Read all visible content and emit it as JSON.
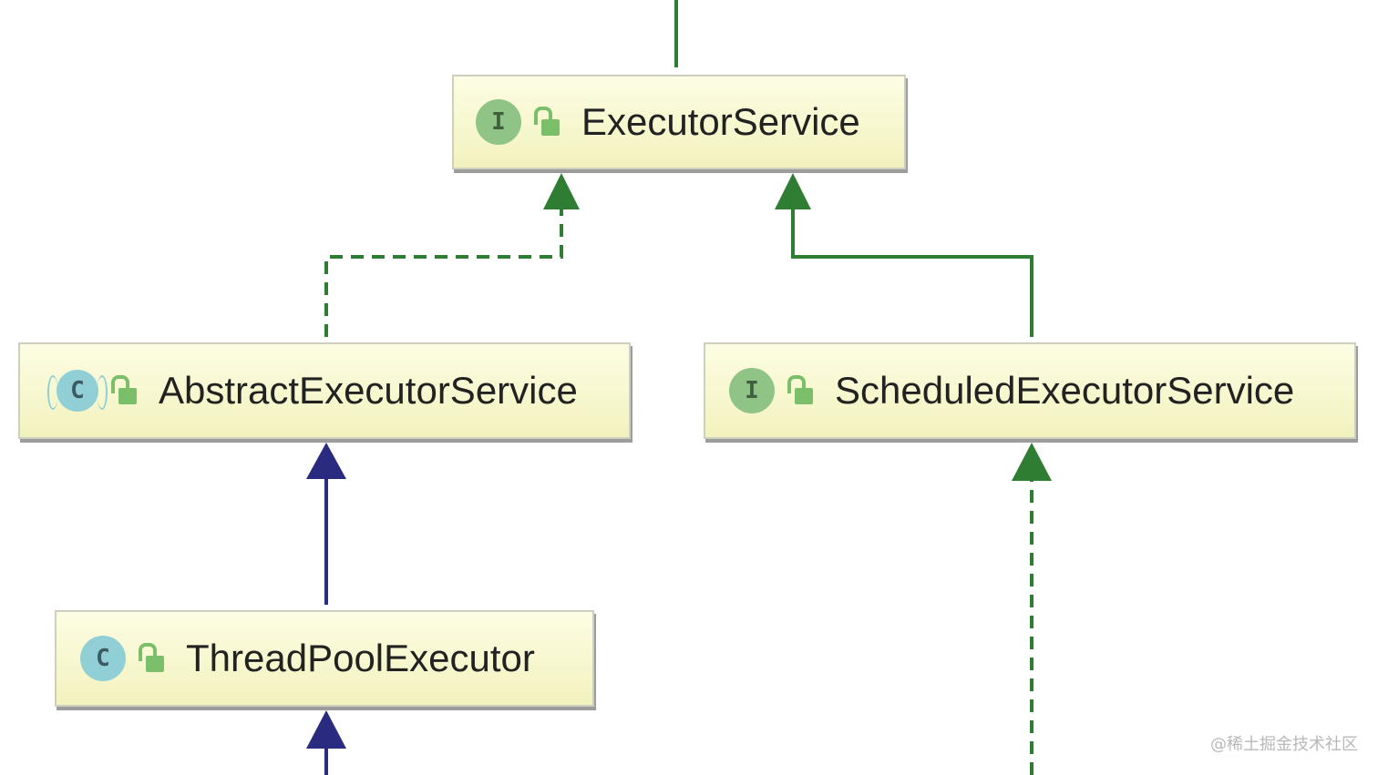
{
  "diagram": {
    "nodes": [
      {
        "id": "executor-service",
        "label": "ExecutorService",
        "kind": "interface",
        "kind_glyph": "I"
      },
      {
        "id": "abstract-executor-service",
        "label": "AbstractExecutorService",
        "kind": "abstract-class",
        "kind_glyph": "C"
      },
      {
        "id": "scheduled-executor-service",
        "label": "ScheduledExecutorService",
        "kind": "interface",
        "kind_glyph": "I"
      },
      {
        "id": "thread-pool-executor",
        "label": "ThreadPoolExecutor",
        "kind": "class",
        "kind_glyph": "C"
      }
    ],
    "edges": [
      {
        "from": "abstract-executor-service",
        "to": "executor-service",
        "type": "implements",
        "style": "dashed",
        "color": "#2e7d32"
      },
      {
        "from": "scheduled-executor-service",
        "to": "executor-service",
        "type": "extends",
        "style": "solid",
        "color": "#2e7d32"
      },
      {
        "from": "thread-pool-executor",
        "to": "abstract-executor-service",
        "type": "extends",
        "style": "solid",
        "color": "#2a2a80"
      }
    ],
    "colors": {
      "interface_edge": "#2e7d32",
      "class_edge": "#2a2a80",
      "node_fill": "#f7f7cf",
      "interface_icon": "#8fc486",
      "class_icon": "#91cfd6",
      "lock_icon": "#7bbf6a"
    }
  },
  "watermark": "@稀土掘金技术社区"
}
